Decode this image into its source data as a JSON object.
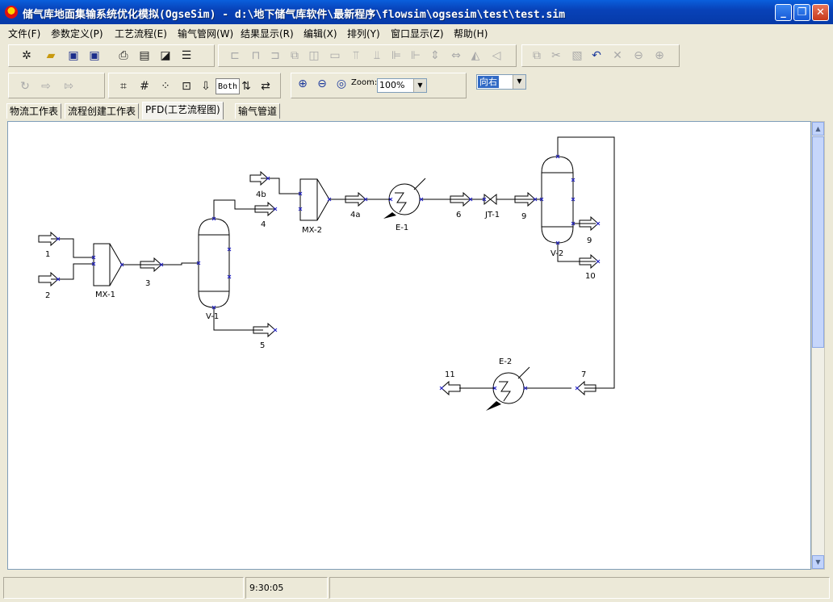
{
  "window": {
    "title": "储气库地面集输系统优化模拟(OgseSim) - d:\\地下储气库软件\\最新程序\\flowsim\\ogsesim\\test\\test.sim",
    "minimize_glyph": "_",
    "maximize_glyph": "❐",
    "close_glyph": "✕"
  },
  "menu": [
    "文件(F)",
    "参数定义(P)",
    "工艺流程(E)",
    "输气管网(W)",
    "结果显示(R)",
    "编辑(X)",
    "排列(Y)",
    "窗口显示(Z)",
    "帮助(H)"
  ],
  "toolbar": {
    "zoom_label": "Zoom:",
    "zoom_value": "100%",
    "both_label": "Both",
    "direction_value": "向右"
  },
  "tabs": [
    "物流工作表",
    "流程创建工作表",
    "PFD(工艺流程图)",
    "输气管道"
  ],
  "active_tab": 2,
  "pfd": {
    "streams": [
      "1",
      "2",
      "3",
      "4",
      "4b",
      "4a",
      "5",
      "6",
      "9",
      "9",
      "10",
      "7",
      "11"
    ],
    "units": [
      "MX-1",
      "V-1",
      "MX-2",
      "E-1",
      "JT-1",
      "V-2",
      "E-2"
    ]
  },
  "status": {
    "time": "9:30:05"
  },
  "colors": {
    "titlebar": "#0842b8",
    "marker": "#2020c8"
  }
}
